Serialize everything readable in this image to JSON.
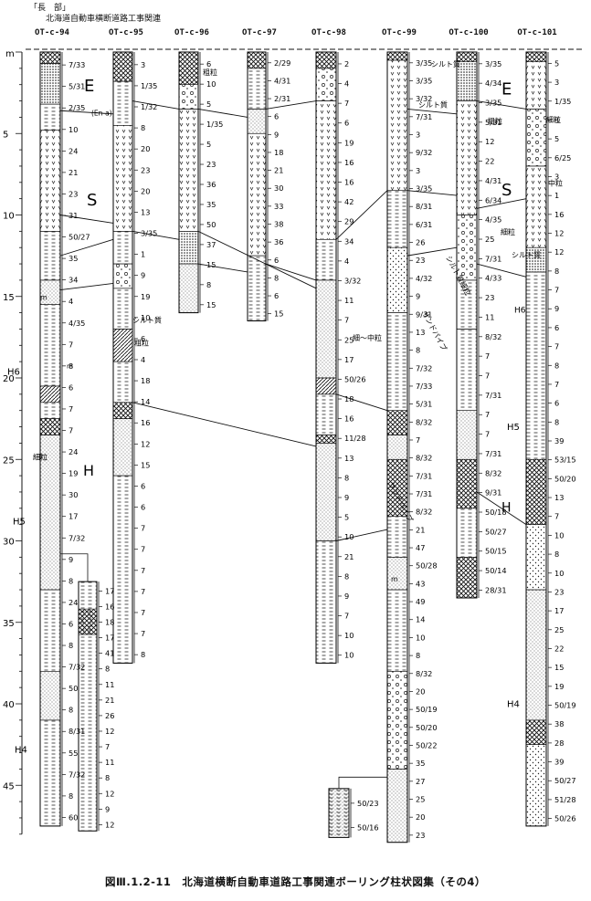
{
  "header": {
    "area": "「長　部」",
    "project": "北海道自動車横断道路工事関連"
  },
  "caption": "図Ⅲ.1.2-11　北海道横断自動車道路工事関連ボーリング柱状図集（その4）",
  "depth_axis": {
    "unit": "m",
    "ticks": [
      "5",
      "10",
      "15",
      "20",
      "25",
      "30",
      "35",
      "40",
      "45"
    ]
  },
  "boreholes": [
    {
      "id": "OT-c-94",
      "n_values": [
        "7/33",
        "5/31",
        "2/35",
        "10",
        "24",
        "21",
        "23",
        "31",
        "50/27",
        "35",
        "34",
        "4",
        "4/35",
        "7",
        "8",
        "6",
        "7",
        "7",
        "24",
        "19",
        "30",
        "17",
        "7/32",
        "9",
        "8",
        "24",
        "6",
        "8",
        "7/32",
        "50",
        "8",
        "8/31",
        "55",
        "7/32",
        "8",
        "60"
      ]
    },
    {
      "id": "OT-c-95",
      "n_values": [
        "3",
        "1/35",
        "1/32",
        "8",
        "20",
        "23",
        "20",
        "13",
        "3/35",
        "1",
        "9",
        "19",
        "10",
        "6",
        "4",
        "18",
        "14",
        "16",
        "12",
        "15",
        "6",
        "6",
        "7",
        "7",
        "7",
        "7",
        "7",
        "7",
        "8"
      ]
    },
    {
      "id": "OT-c-96",
      "n_values": [
        "6",
        "10",
        "5",
        "1/35",
        "5",
        "23",
        "36",
        "35",
        "50",
        "37",
        "15",
        "8",
        "15"
      ]
    },
    {
      "id": "OT-c-97",
      "n_values": [
        "2/29",
        "4/31",
        "2/31",
        "6",
        "9",
        "18",
        "21",
        "30",
        "33",
        "38",
        "36",
        "6",
        "8",
        "6",
        "15"
      ]
    },
    {
      "id": "OT-c-98",
      "n_values": [
        "2",
        "4",
        "7",
        "6",
        "19",
        "16",
        "16",
        "42",
        "29",
        "34",
        "4",
        "3/32",
        "11",
        "7",
        "25",
        "17",
        "50/26",
        "18",
        "16",
        "11/28",
        "13",
        "8",
        "9",
        "5",
        "10",
        "21",
        "8",
        "9",
        "7",
        "10",
        "10"
      ]
    },
    {
      "id": "OT-c-99",
      "n_values": [
        "3/35",
        "3/35",
        "3/32",
        "7/31",
        "3",
        "9/32",
        "3",
        "3/35",
        "8/31",
        "6/31",
        "26",
        "23",
        "4/32",
        "9",
        "9/31",
        "13",
        "8",
        "7/32",
        "7/33",
        "5/31",
        "8/32",
        "7",
        "8/32",
        "7/31",
        "7/31",
        "8/32",
        "21",
        "47",
        "50/28",
        "43",
        "49",
        "14",
        "10",
        "8",
        "8/32",
        "20",
        "50/19",
        "50/20",
        "50/22",
        "35",
        "27",
        "25",
        "20",
        "23"
      ]
    },
    {
      "id": "OT-c-100",
      "n_values": [
        "3/35",
        "4/34",
        "3/35",
        "5/31",
        "12",
        "22",
        "4/31",
        "6/34",
        "4/35",
        "25",
        "7/31",
        "4/33",
        "23",
        "11",
        "8/32",
        "7",
        "7",
        "7/31",
        "7",
        "7",
        "7/31",
        "8/32",
        "9/31",
        "50/18",
        "50/27",
        "50/15",
        "50/14",
        "28/31"
      ]
    },
    {
      "id": "OT-c-101",
      "n_values": [
        "5",
        "3",
        "1/35",
        "3",
        "5",
        "6/25",
        "3",
        "1",
        "16",
        "12",
        "12",
        "8",
        "7",
        "9",
        "6",
        "7",
        "8",
        "7",
        "6",
        "8",
        "39",
        "53/15",
        "50/20",
        "13",
        "7",
        "10",
        "8",
        "10",
        "23",
        "17",
        "25",
        "22",
        "15",
        "19",
        "50/19",
        "38",
        "28",
        "39",
        "50/27",
        "51/28",
        "50/26"
      ]
    }
  ],
  "extra_boreholes": [
    {
      "n_values": [
        "17",
        "16",
        "18",
        "17",
        "41",
        "8",
        "11",
        "21",
        "26",
        "12",
        "7",
        "11",
        "8",
        "12",
        "9",
        "12"
      ]
    },
    {
      "n_values": [
        "50/23",
        "50/16"
      ]
    }
  ],
  "stratum_labels": {
    "E": "E",
    "En_a": "(En-a)",
    "S": "S",
    "H": "H",
    "H6": "H6",
    "H5": "H5",
    "H4": "H4",
    "m": "m"
  },
  "soil_notes": {
    "coarse": "粗粒",
    "silt": "シルト質",
    "fine": "細粒",
    "fine_medium": "細〜中粒",
    "silt_fine": "シルト質細粒",
    "sand_pipe": "サンドパイプ",
    "medium": "中粒"
  }
}
